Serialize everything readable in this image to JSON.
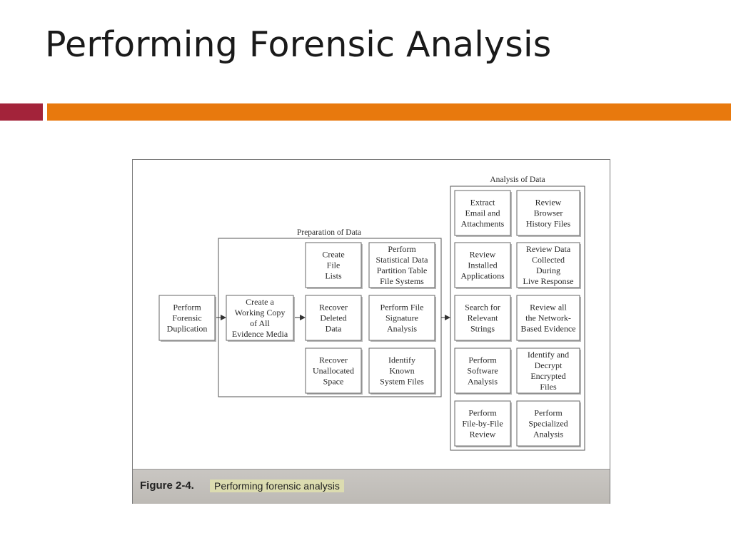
{
  "slide": {
    "title": "Performing Forensic Analysis",
    "colors": {
      "accent_red": "#a3233a",
      "accent_orange": "#e8790d"
    }
  },
  "figure": {
    "caption_number": "Figure 2-4.",
    "caption_text": "Performing forensic analysis",
    "groups": {
      "preparation": "Preparation of Data",
      "analysis": "Analysis of Data"
    },
    "nodes": {
      "duplication": [
        "Perform",
        "Forensic",
        "Duplication"
      ],
      "working_copy": [
        "Create a",
        "Working Copy",
        "of All",
        "Evidence Media"
      ],
      "file_lists": [
        "Create",
        "File",
        "Lists"
      ],
      "statistical": [
        "Perform",
        "Statistical Data",
        "Partition Table",
        "File Systems"
      ],
      "recover_deleted": [
        "Recover",
        "Deleted",
        "Data"
      ],
      "file_signature": [
        "Perform File",
        "Signature",
        "Analysis"
      ],
      "unallocated": [
        "Recover",
        "Unallocated",
        "Space"
      ],
      "known_files": [
        "Identify",
        "Known",
        "System Files"
      ],
      "email": [
        "Extract",
        "Email and",
        "Attachments"
      ],
      "browser_history": [
        "Review",
        "Browser",
        "History Files"
      ],
      "installed_apps": [
        "Review",
        "Installed",
        "Applications"
      ],
      "live_response": [
        "Review Data",
        "Collected",
        "During",
        "Live Response"
      ],
      "strings": [
        "Search for",
        "Relevant",
        "Strings"
      ],
      "network_evidence": [
        "Review all",
        "the Network-",
        "Based Evidence"
      ],
      "software_analysis": [
        "Perform",
        "Software",
        "Analysis"
      ],
      "decrypt": [
        "Identify and",
        "Decrypt",
        "Encrypted",
        "Files"
      ],
      "file_by_file": [
        "Perform",
        "File-by-File",
        "Review"
      ],
      "specialized": [
        "Perform",
        "Specialized",
        "Analysis"
      ]
    }
  }
}
